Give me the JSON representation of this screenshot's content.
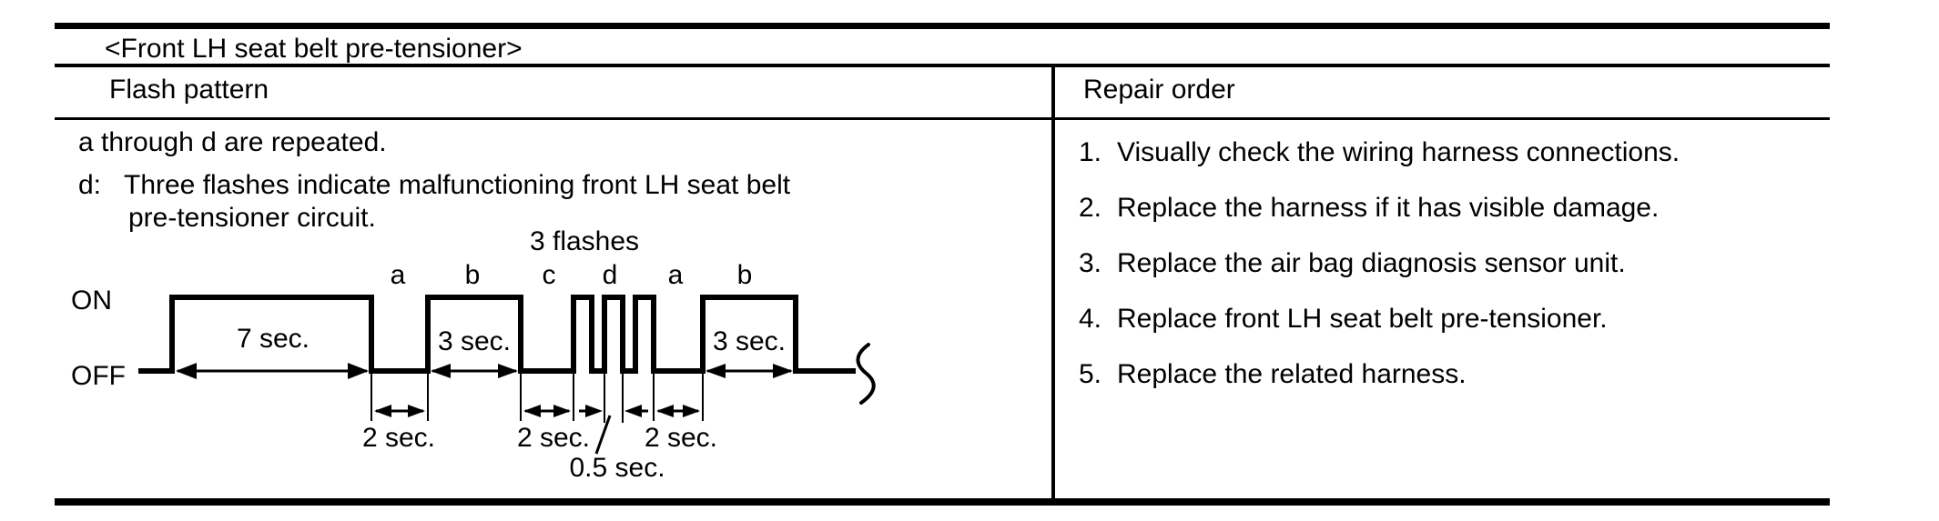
{
  "title": "<Front LH seat belt pre-tensioner>",
  "headers": {
    "flash_pattern": "Flash pattern",
    "repair_order": "Repair order"
  },
  "flash_pattern": {
    "repeat_note": "a through d are repeated.",
    "d_note": {
      "prefix": "d:",
      "line1": "Three flashes indicate malfunctioning front LH seat belt",
      "line2": "pre-tensioner circuit."
    },
    "diagram": {
      "flashes_caption": "3 flashes",
      "sequence_labels": [
        "a",
        "b",
        "c",
        "d",
        "a",
        "b"
      ],
      "level_on": "ON",
      "level_off": "OFF",
      "dim_on_first": "7 sec.",
      "dim_on_second": "3 sec.",
      "dim_on_third": "3 sec.",
      "dim_off_first": "2 sec.",
      "dim_off_second": "2 sec.",
      "dim_off_third": "2 sec.",
      "dim_flash": "0.5 sec."
    }
  },
  "repair_order": {
    "items": [
      {
        "num": "1.",
        "text": "Visually check the wiring harness connections."
      },
      {
        "num": "2.",
        "text": "Replace the harness if it has visible damage."
      },
      {
        "num": "3.",
        "text": "Replace the air bag diagnosis sensor unit."
      },
      {
        "num": "4.",
        "text": "Replace front LH seat belt pre-tensioner."
      },
      {
        "num": "5.",
        "text": "Replace the related harness."
      }
    ]
  },
  "colors": {
    "ink": "#000000",
    "paper": "#ffffff"
  }
}
